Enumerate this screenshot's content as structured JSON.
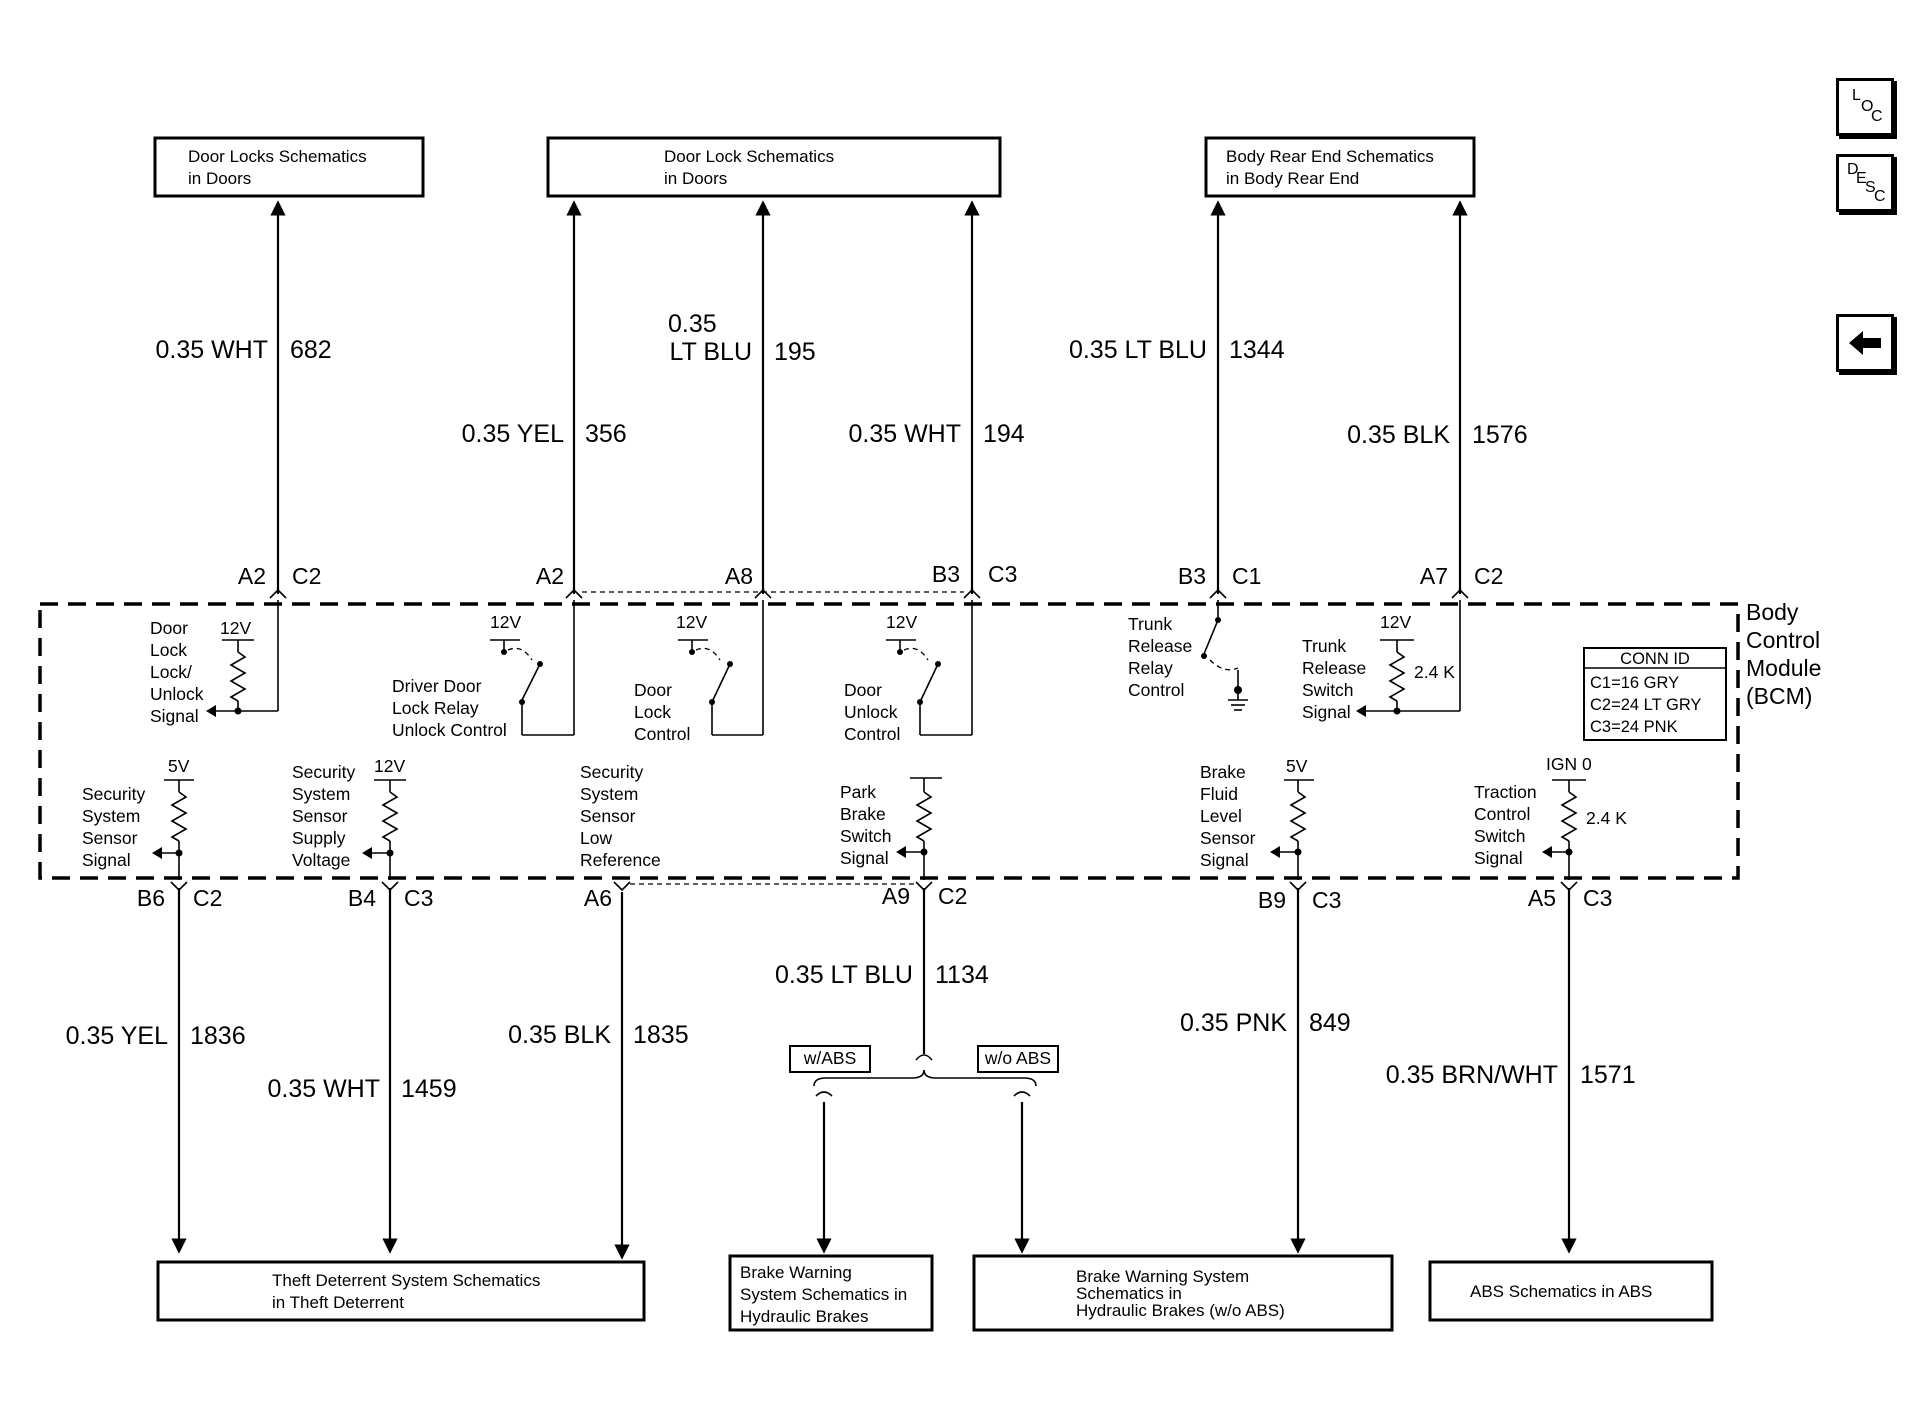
{
  "side_buttons": {
    "loc": {
      "l1": "L",
      "l2": "O",
      "l3": "C"
    },
    "desc": {
      "l1": "D",
      "l2": "E",
      "l3": "S",
      "l4": "C"
    },
    "back_glyph": "🡄"
  },
  "top_boxes": [
    {
      "line1": "Door Locks Schematics",
      "line2": "in Doors"
    },
    {
      "line1": "Door Lock Schematics",
      "line2": "in Doors"
    },
    {
      "line1": "Body Rear End Schematics",
      "line2": "in Body Rear End"
    }
  ],
  "bottom_boxes": {
    "theft": {
      "line1": "Theft Deterrent System Schematics",
      "line2": "in Theft Deterrent"
    },
    "brake_abs": {
      "line1": "Brake Warning",
      "line2": "System Schematics in",
      "line3": "Hydraulic Brakes"
    },
    "brake_noabs": {
      "line1": "Brake Warning System",
      "line2": "Schematics in",
      "line3": "Hydraulic Brakes (w/o ABS)"
    },
    "abs": {
      "line1": "ABS Schematics in ABS"
    }
  },
  "top_wires": [
    {
      "size_color": "0.35 WHT",
      "circuit": "682",
      "pin": "A2",
      "conn": "C2"
    },
    {
      "size_color": "0.35 YEL",
      "circuit": "356",
      "pin": "A2",
      "conn": ""
    },
    {
      "size": "0.35",
      "color": "LT BLU",
      "circuit": "195",
      "pin": "A8",
      "conn": ""
    },
    {
      "size_color": "0.35 WHT",
      "circuit": "194",
      "pin": "B3",
      "conn": "C3"
    },
    {
      "size_color": "0.35 LT BLU",
      "circuit": "1344",
      "pin": "B3",
      "conn": "C1"
    },
    {
      "size_color": "0.35 BLK",
      "circuit": "1576",
      "pin": "A7",
      "conn": "C2"
    }
  ],
  "bottom_wires": [
    {
      "size_color": "0.35 YEL",
      "circuit": "1836",
      "pin": "B6",
      "conn": "C2"
    },
    {
      "size_color": "0.35 WHT",
      "circuit": "1459",
      "pin": "B4",
      "conn": "C3"
    },
    {
      "size_color": "0.35 BLK",
      "circuit": "1835",
      "pin": "A6",
      "conn": ""
    },
    {
      "size_color": "0.35 LT BLU",
      "circuit": "1134",
      "pin": "A9",
      "conn": "C2"
    },
    {
      "size_color": "0.35 PNK",
      "circuit": "849",
      "pin": "B9",
      "conn": "C3"
    },
    {
      "size_color": "0.35 BRN/WHT",
      "circuit": "1571",
      "pin": "A5",
      "conn": "C3"
    }
  ],
  "options": {
    "with_abs": "w/ABS",
    "without_abs": "w/o ABS"
  },
  "bcm": {
    "line1": "Body",
    "line2": "Control",
    "line3": "Module",
    "line4": "(BCM)"
  },
  "conn_id": {
    "title": "CONN ID",
    "c1": "C1=16 GRY",
    "c2": "C2=24 LT GRY",
    "c3": "C3=24 PNK"
  },
  "internal": {
    "door_lock_signal": {
      "lines": [
        "Door",
        "Lock",
        "Lock/",
        "Unlock",
        "Signal"
      ],
      "voltage": "12V"
    },
    "driver_door": {
      "lines": [
        "Driver Door",
        "Lock Relay",
        "Unlock Control"
      ],
      "voltage": "12V"
    },
    "door_lock_control": {
      "lines": [
        "Door",
        "Lock",
        "Control"
      ],
      "voltage": "12V"
    },
    "door_unlock_control": {
      "lines": [
        "Door",
        "Unlock",
        "Control"
      ],
      "voltage": "12V"
    },
    "trunk_relay": {
      "lines": [
        "Trunk",
        "Release",
        "Relay",
        "Control"
      ]
    },
    "trunk_switch": {
      "lines": [
        "Trunk",
        "Release",
        "Switch",
        "Signal"
      ],
      "voltage": "12V",
      "resistor": "2.4 K"
    },
    "sec_sensor_signal": {
      "lines": [
        "Security",
        "System",
        "Sensor",
        "Signal"
      ],
      "voltage": "5V"
    },
    "sec_supply": {
      "lines": [
        "Security",
        "System",
        "Sensor",
        "Supply",
        "Voltage"
      ],
      "voltage": "12V"
    },
    "sec_low_ref": {
      "lines": [
        "Security",
        "System",
        "Sensor",
        "Low",
        "Reference"
      ]
    },
    "park_brake": {
      "lines": [
        "Park",
        "Brake",
        "Switch",
        "Signal"
      ]
    },
    "brake_fluid": {
      "lines": [
        "Brake",
        "Fluid",
        "Level",
        "Sensor",
        "Signal"
      ],
      "voltage": "5V"
    },
    "traction": {
      "lines": [
        "Traction",
        "Control",
        "Switch",
        "Signal"
      ],
      "voltage": "IGN 0",
      "resistor": "2.4 K"
    }
  }
}
